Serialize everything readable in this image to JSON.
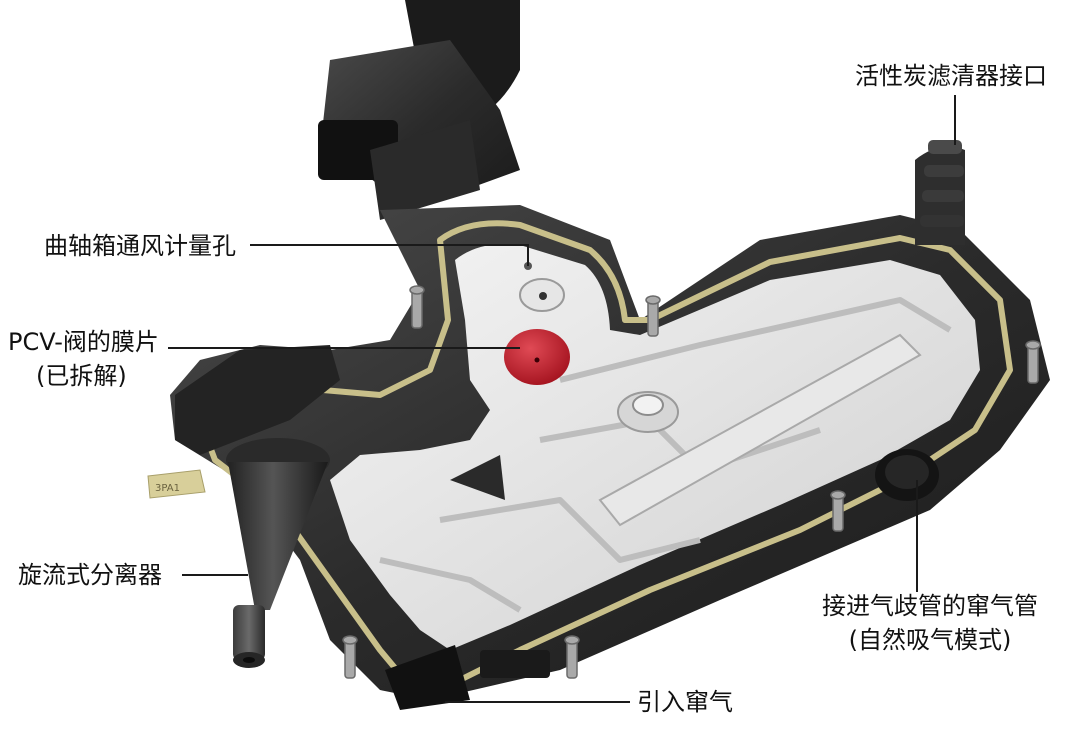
{
  "labels": {
    "carbon_filter_port": "活性炭滤清器接口",
    "crankcase_metering_hole": "曲轴箱通风计量孔",
    "pcv_membrane_line1": "PCV-阀的膜片",
    "pcv_membrane_line2": "(已拆解)",
    "cyclone_separator": "旋流式分离器",
    "manifold_pipe_line1": "接进气歧管的窜气管",
    "manifold_pipe_line2": "(自然吸气模式)",
    "blowby_inlet": "引入窜气"
  },
  "part_marking": "3PA1"
}
